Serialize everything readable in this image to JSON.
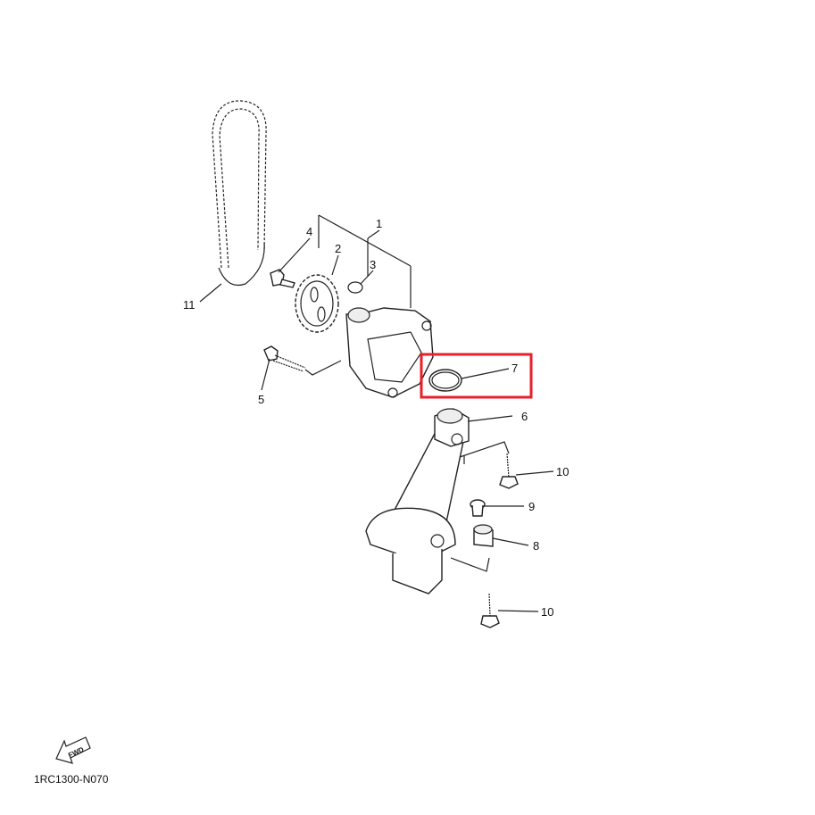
{
  "diagram": {
    "code": "1RC1300-N070",
    "fwd_label": "FWD",
    "highlight_color": "#e8202a",
    "callouts": {
      "c1": "1",
      "c2": "2",
      "c3": "3",
      "c4": "4",
      "c5": "5",
      "c6": "6",
      "c7": "7",
      "c8": "8",
      "c9": "9",
      "c10a": "10",
      "c10b": "10",
      "c11": "11"
    }
  }
}
